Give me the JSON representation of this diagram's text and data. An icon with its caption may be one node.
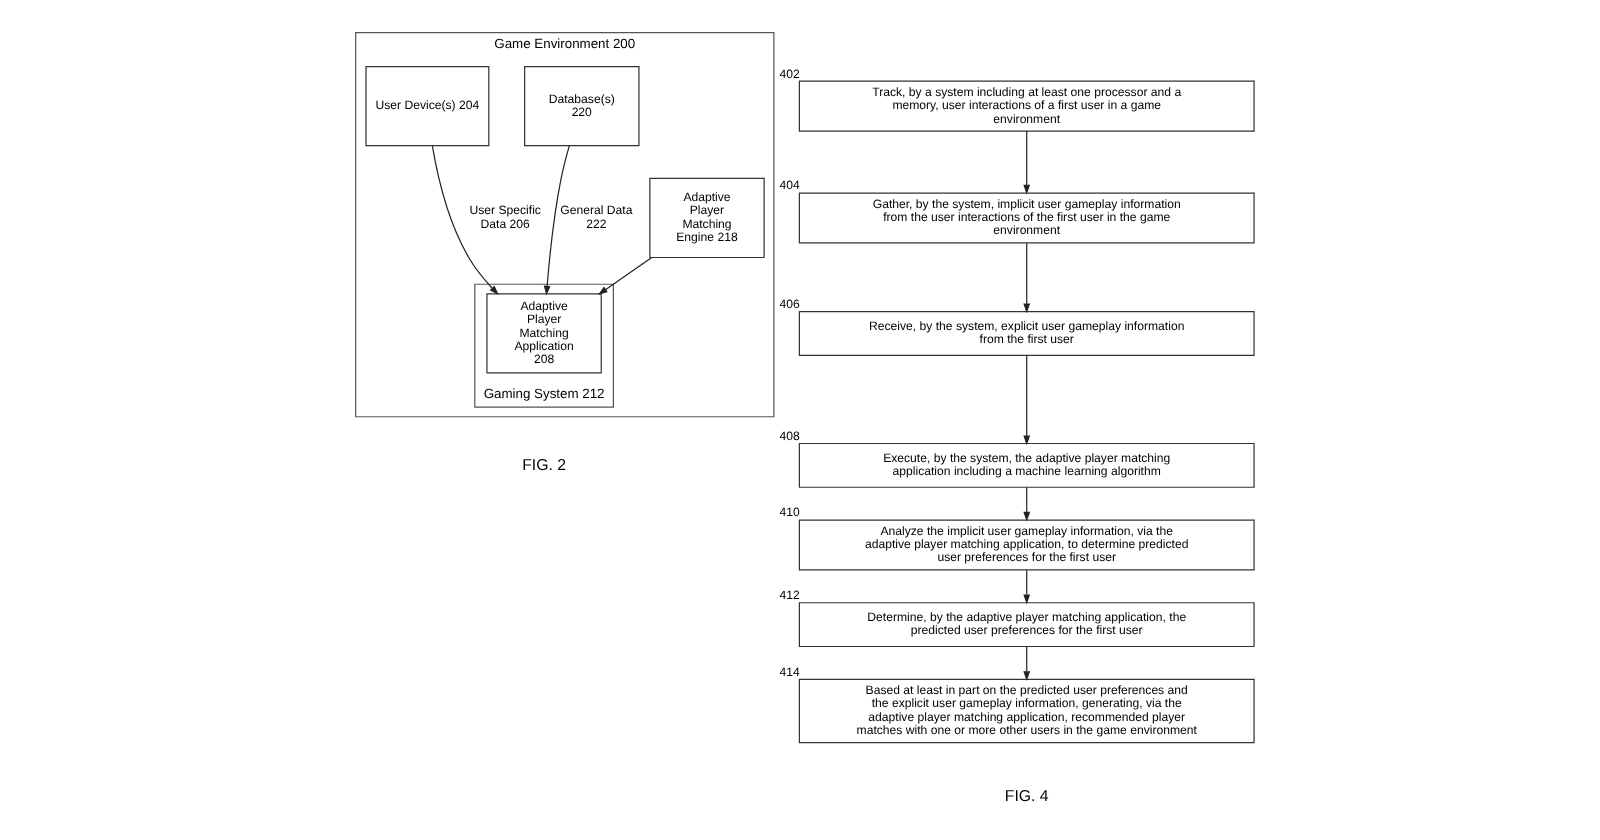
{
  "diagram": {
    "nodes": [
      {
        "text": [
          "Game Environment 200"
        ]
      },
      {
        "text": [
          "Adaptive Player Matching Engine 218"
        ],
        "in": 0
      },
      {
        "text": [
          "Database(s) 220"
        ],
        "in": 0
      },
      {
        "text": [
          "Gaming System 212"
        ],
        "in": 0
      },
      {
        "text": [
          "User Device(s) 204"
        ],
        "in": 0
      },
      {
        "text": [
          "Adaptive Player Matching Application 208"
        ],
        "in": 3
      },
      {
        "text": [
          "Track, by a system including at least one processor and a memory, user interactions of a first user in a game environment"
        ],
        "beside": [
          "402"
        ]
      },
      {
        "text": [
          "Gather, by the system, implicit user gameplay information from the user interactions of the first user in the game environment"
        ],
        "beside": [
          "404"
        ]
      },
      {
        "text": [
          "Receive, by the system, explicit user gameplay information from the first user"
        ],
        "beside": [
          "406"
        ]
      },
      {
        "text": [
          "Execute, by the system, the adaptive player matching application including a machine learning algorithm"
        ],
        "beside": [
          "408"
        ]
      },
      {
        "text": [
          "Analyze the implicit user gameplay information, via the adaptive player matching application, to determine predicted user preferences for the first user"
        ],
        "beside": [
          "410"
        ]
      },
      {
        "text": [
          "Determine, by the adaptive player matching application, the predicted user preferences for the first user"
        ],
        "beside": [
          "412"
        ]
      },
      {
        "text": [
          "Based at least in part on the predicted user preferences and the explicit user gameplay information, generating, via the adaptive player matching application, recommended player matches with one or more other users in the game environment"
        ],
        "beside": [
          "414"
        ]
      }
    ],
    "edges": [
      {
        "from": 1,
        "to": 5,
        "arrow": "to"
      },
      {
        "from": 2,
        "to": 5,
        "arrow": "to",
        "label": "General Data 222"
      },
      {
        "from": 4,
        "to": 5,
        "arrow": "to",
        "label": "User Specific Data 206"
      },
      {
        "from": 6,
        "to": 7,
        "arrow": "to"
      },
      {
        "from": 7,
        "to": 8,
        "arrow": "to"
      },
      {
        "from": 8,
        "to": 9,
        "arrow": "to"
      },
      {
        "from": 9,
        "to": 10,
        "arrow": "to"
      },
      {
        "from": 10,
        "to": 11,
        "arrow": "to"
      },
      {
        "from": 11,
        "to": 12,
        "arrow": "to"
      }
    ],
    "labels": [
      "FIG. 2",
      "FIG. 4"
    ]
  }
}
